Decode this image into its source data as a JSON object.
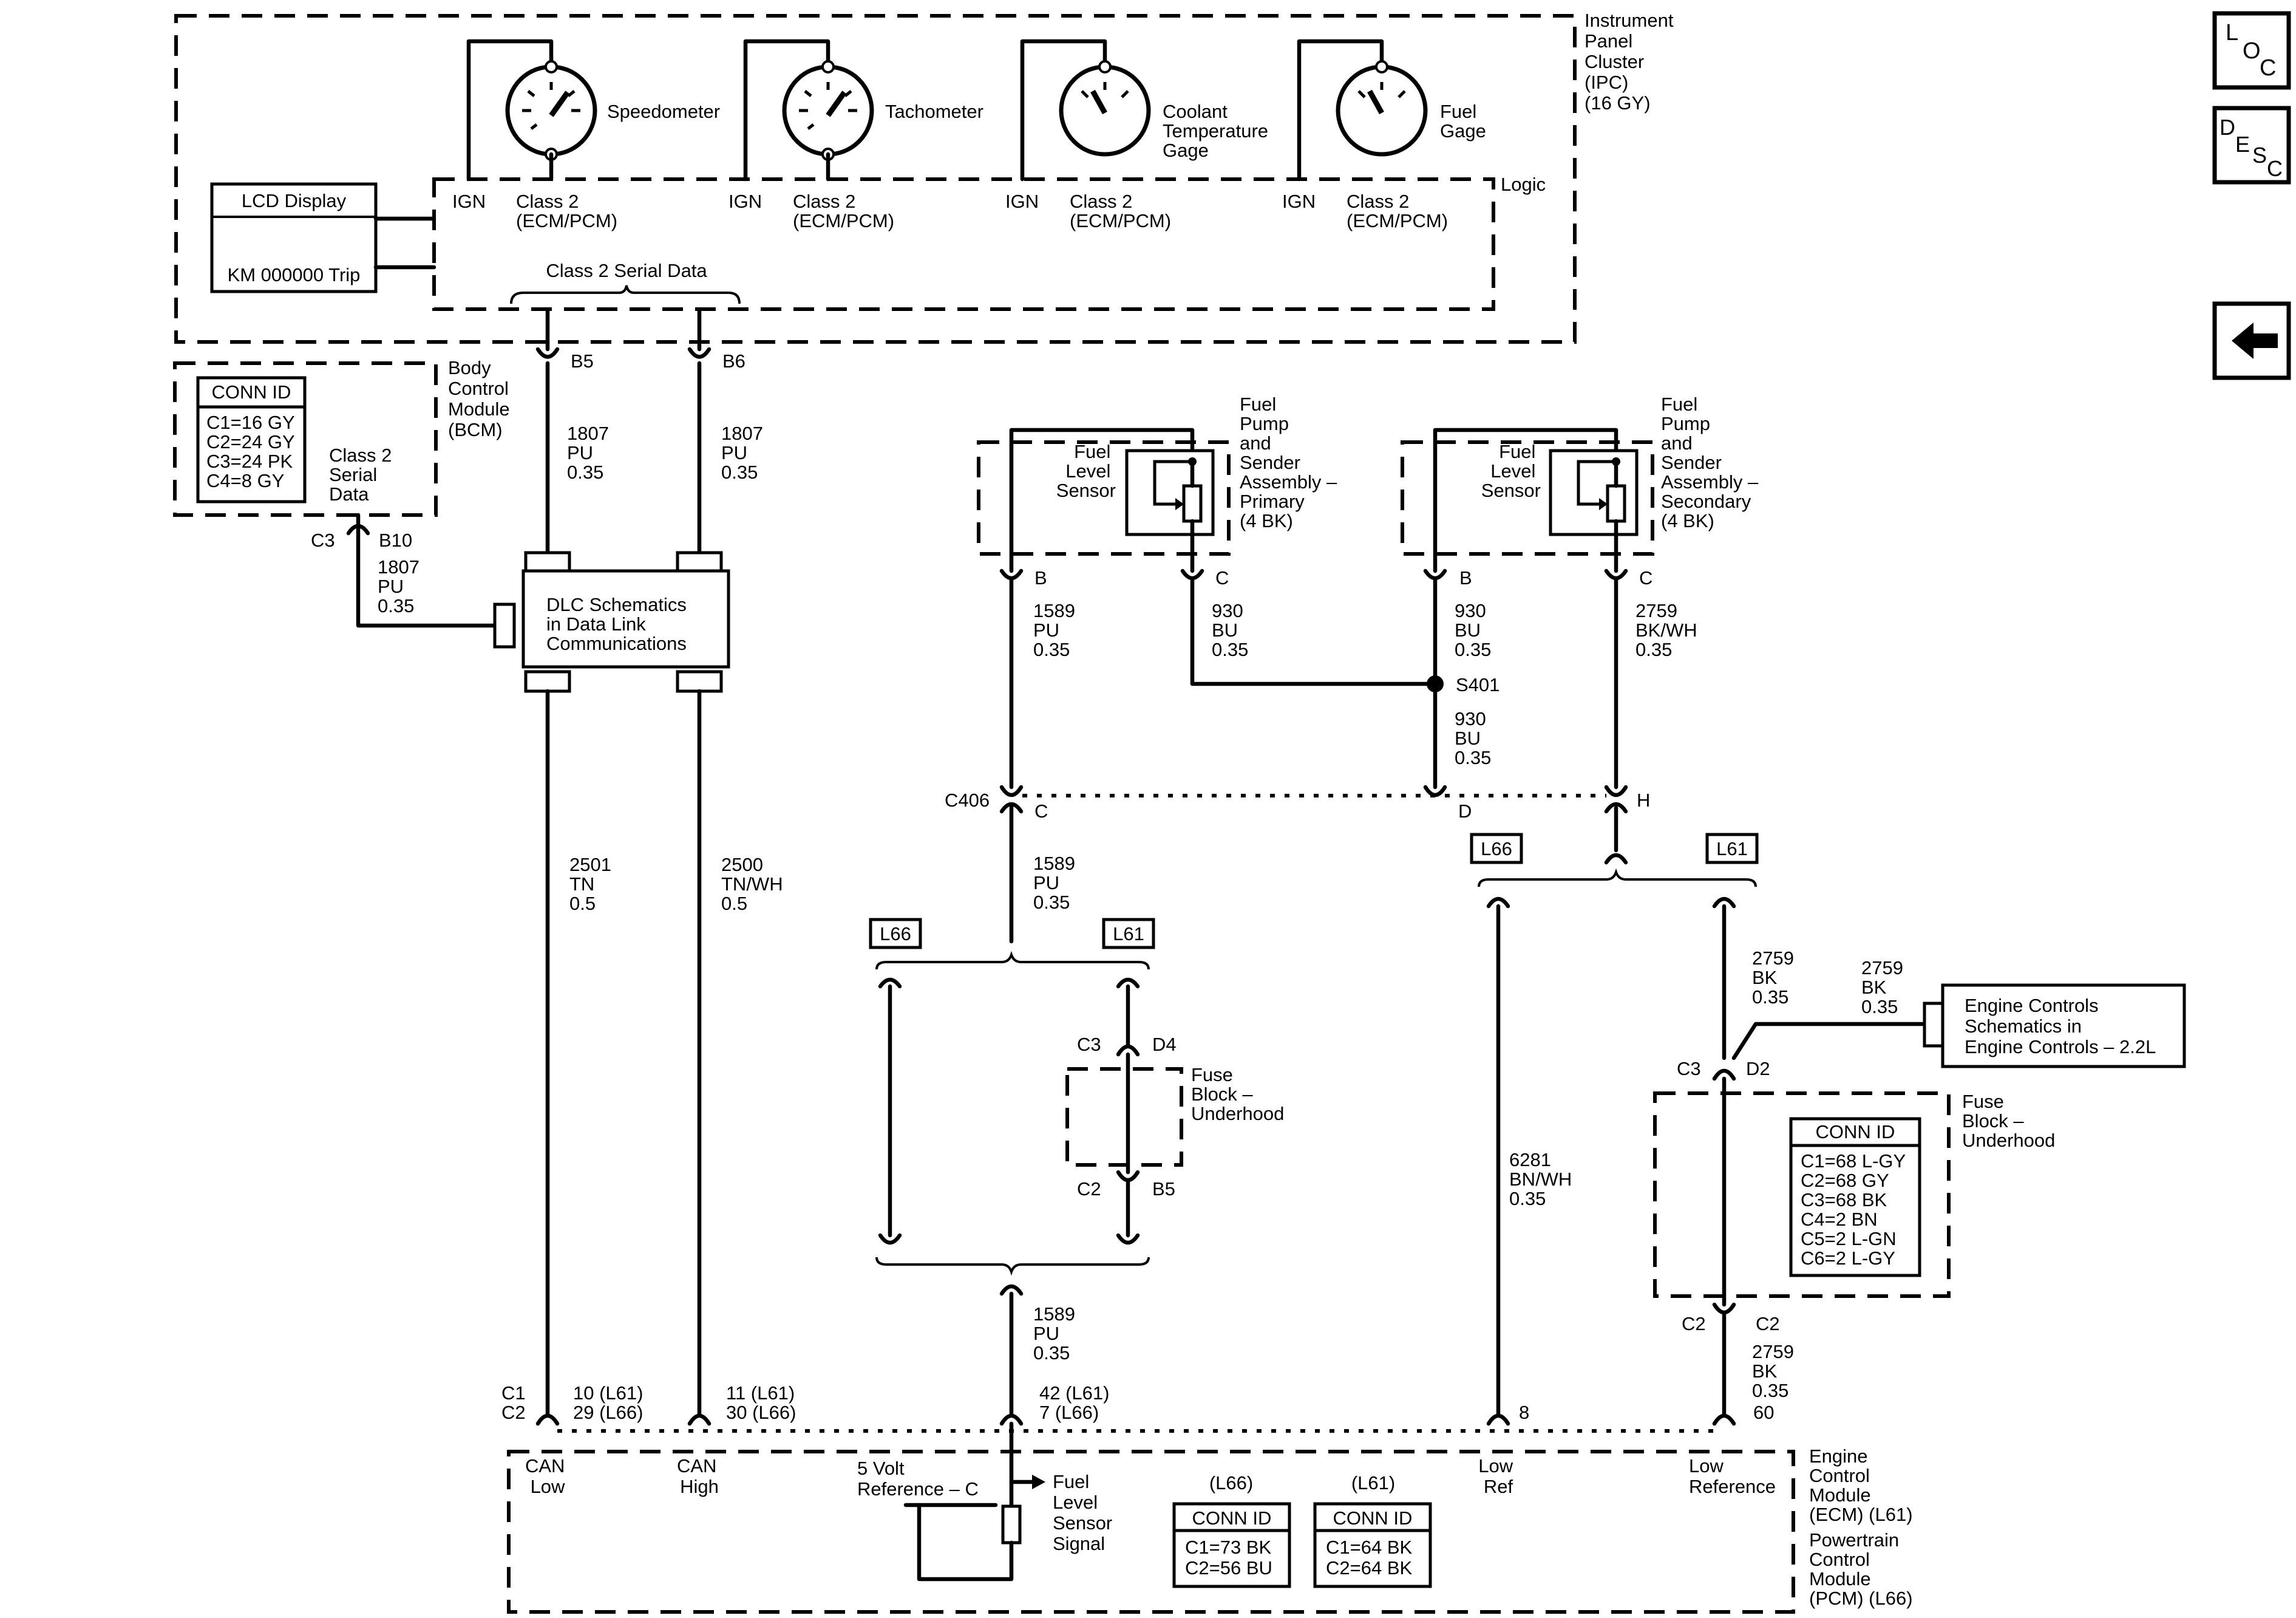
{
  "ipc": {
    "name": [
      "Instrument",
      "Panel",
      "Cluster",
      "(IPC)",
      "(16 GY)"
    ],
    "logic": "Logic",
    "lcd_title": "LCD Display",
    "lcd_text": "KM 000000 Trip",
    "serial_data": "Class 2 Serial Data",
    "pin_b5": "B5",
    "pin_b6": "B6"
  },
  "gauges": [
    {
      "name": [
        "Speedometer"
      ],
      "ign": "IGN",
      "class2": [
        "Class 2",
        "(ECM/PCM)"
      ]
    },
    {
      "name": [
        "Tachometer"
      ],
      "ign": "IGN",
      "class2": [
        "Class 2",
        "(ECM/PCM)"
      ]
    },
    {
      "name": [
        "Coolant",
        "Temperature",
        "Gage"
      ],
      "ign": "IGN",
      "class2": [
        "Class 2",
        "(ECM/PCM)"
      ]
    },
    {
      "name": [
        "Fuel",
        "Gage"
      ],
      "ign": "IGN",
      "class2": [
        "Class 2",
        "(ECM/PCM)"
      ]
    }
  ],
  "bcm": {
    "name": [
      "Body",
      "Control",
      "Module",
      "(BCM)"
    ],
    "conn_title": "CONN ID",
    "conn": [
      "C1=16 GY",
      "C2=24 GY",
      "C3=24 PK",
      "C4=8 GY"
    ],
    "signal": [
      "Class 2",
      "Serial",
      "Data"
    ],
    "c3": "C3",
    "b10": "B10",
    "wire": [
      "1807",
      "PU",
      "0.35"
    ]
  },
  "dlc": {
    "text": [
      "DLC Schematics",
      "in Data Link",
      "Communications"
    ]
  },
  "wires": {
    "w1807a": [
      "1807",
      "PU",
      "0.35"
    ],
    "w1807b": [
      "1807",
      "PU",
      "0.35"
    ],
    "w2501": [
      "2501",
      "TN",
      "0.5"
    ],
    "w2500": [
      "2500",
      "TN/WH",
      "0.5"
    ],
    "w1589a": [
      "1589",
      "PU",
      "0.35"
    ],
    "w930a": [
      "930",
      "BU",
      "0.35"
    ],
    "w930b": [
      "930",
      "BU",
      "0.35"
    ],
    "w2759a": [
      "2759",
      "BK/WH",
      "0.35"
    ],
    "w930c": [
      "930",
      "BU",
      "0.35"
    ],
    "w1589b": [
      "1589",
      "PU",
      "0.35"
    ],
    "w1589c": [
      "1589",
      "PU",
      "0.35"
    ],
    "w6281": [
      "6281",
      "BN/WH",
      "0.35"
    ],
    "w2759b": [
      "2759",
      "BK",
      "0.35"
    ],
    "w2759c": [
      "2759",
      "BK",
      "0.35"
    ],
    "w2759d": [
      "2759",
      "BK",
      "0.35"
    ]
  },
  "fuel_primary": {
    "name": [
      "Fuel",
      "Pump",
      "and",
      "Sender",
      "Assembly –",
      "Primary",
      "(4 BK)"
    ],
    "sensor": [
      "Fuel",
      "Level",
      "Sensor"
    ],
    "pin_b": "B",
    "pin_c": "C"
  },
  "fuel_secondary": {
    "name": [
      "Fuel",
      "Pump",
      "and",
      "Sender",
      "Assembly –",
      "Secondary",
      "(4 BK)"
    ],
    "sensor": [
      "Fuel",
      "Level",
      "Sensor"
    ],
    "pin_b": "B",
    "pin_c": "C"
  },
  "splice": "S401",
  "c406": {
    "label": "C406",
    "pin_c": "C",
    "pin_d": "D",
    "pin_h": "H"
  },
  "options": {
    "l66": "L66",
    "l61": "L61"
  },
  "fuse_left": {
    "name": [
      "Fuse",
      "Block –",
      "Underhood"
    ],
    "c3": "C3",
    "d4": "D4",
    "c2": "C2",
    "b5": "B5"
  },
  "fuse_right": {
    "name": [
      "Fuse",
      "Block –",
      "Underhood"
    ],
    "c3": "C3",
    "d2": "D2",
    "c2": "C2",
    "c2b": "C2",
    "conn_title": "CONN ID",
    "conn": [
      "C1=68 L-GY",
      "C2=68 GY",
      "C3=68 BK",
      "C4=2 BN",
      "C5=2 L-GN",
      "C6=2 L-GY"
    ]
  },
  "engine_ref": {
    "text": [
      "Engine Controls",
      "Schematics in",
      "Engine Controls – 2.2L"
    ]
  },
  "ecm": {
    "c1c2": [
      "C1",
      "C2"
    ],
    "pin_can_low": [
      "10 (L61)",
      "29 (L66)"
    ],
    "pin_can_high": [
      "11 (L61)",
      "30 (L66)"
    ],
    "pin_sig": [
      "42 (L61)",
      "7 (L66)"
    ],
    "pin_8": "8",
    "pin_60": "60",
    "can_low": [
      "CAN",
      "Low"
    ],
    "can_high": [
      "CAN",
      "High"
    ],
    "ref5": [
      "5 Volt",
      "Reference – C"
    ],
    "sensor_signal": [
      "Fuel",
      "Level",
      "Sensor",
      "Signal"
    ],
    "low_ref": [
      "Low",
      "Ref"
    ],
    "low_reference": [
      "Low",
      "Reference"
    ],
    "conn_l66_title": "(L66)",
    "conn_l61_title": "(L61)",
    "conn_id": "CONN ID",
    "conn_l66": [
      "C1=73 BK",
      "C2=56 BU"
    ],
    "conn_l61": [
      "C1=64 BK",
      "C2=64 BK"
    ],
    "name": [
      "Engine",
      "Control",
      "Module",
      "(ECM) (L61)",
      "Powertrain",
      "Control",
      "Module",
      "(PCM) (L66)"
    ]
  },
  "nav": {
    "loc": "LOC",
    "desc": "DESC",
    "back": "back-arrow-icon"
  }
}
